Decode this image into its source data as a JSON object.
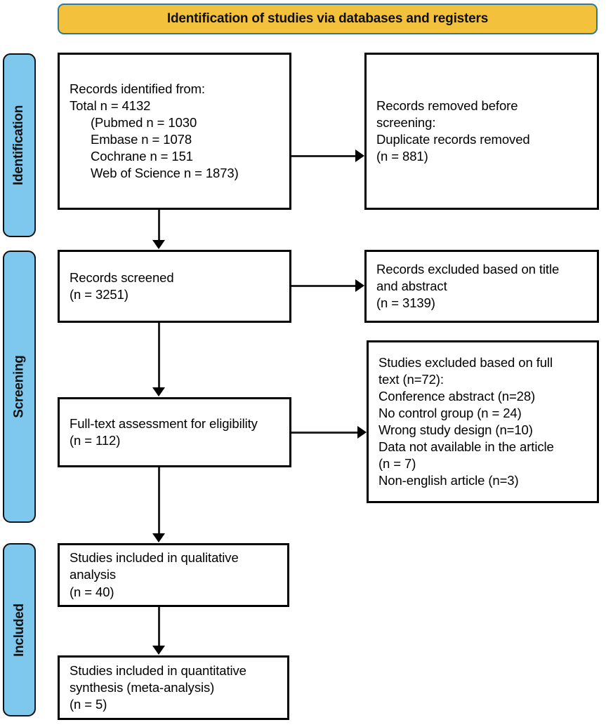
{
  "banner": {
    "title": "Identification of studies via databases and registers",
    "fill_color": "#f3c13c",
    "border_color": "#2b7a9b"
  },
  "stages": [
    {
      "id": "identification",
      "label": "Identification",
      "fill_color": "#7ec8ee"
    },
    {
      "id": "screening",
      "label": "Screening",
      "fill_color": "#7ec8ee"
    },
    {
      "id": "included",
      "label": "Included",
      "fill_color": "#7ec8ee"
    }
  ],
  "boxes": {
    "identified": {
      "heading": "Records identified from:\nTotal n = 4132",
      "sources": "(Pubmed n = 1030\nEmbase n = 1078\nCochrane n = 151\nWeb of Science n = 1873)"
    },
    "removed": {
      "text": "Records removed before\nscreening:\nDuplicate records removed\n(n = 881)"
    },
    "screened": {
      "text": "Records screened\n(n = 3251)"
    },
    "excluded_title_abstract": {
      "line1": "Records  excluded  based  on  title",
      "rest": "and abstract\n(n = 3139)"
    },
    "fulltext_assessment": {
      "text": "Full-text assessment for eligibility\n(n = 112)"
    },
    "excluded_fulltext": {
      "text": "Studies excluded based on full\ntext (n=72):\nConference abstract (n=28)\nNo control group (n = 24)\nWrong study design (n=10)\nData not available in the article\n(n = 7)\nNon-english article (n=3)"
    },
    "qualitative": {
      "text": "Studies included in qualitative\nanalysis\n(n = 40)"
    },
    "quantitative": {
      "text": "Studies included in quantitative\nsynthesis (meta-analysis)\n(n = 5)"
    }
  },
  "chart_data": {
    "type": "diagram",
    "title": "Identification of studies via databases and registers",
    "nodes": [
      {
        "stage": "Identification",
        "label": "Records identified from",
        "total": 4132,
        "breakdown": {
          "Pubmed": 1030,
          "Embase": 1078,
          "Cochrane": 151,
          "Web of Science": 1873
        }
      },
      {
        "stage": "Identification",
        "label": "Duplicate records removed",
        "n": 881
      },
      {
        "stage": "Screening",
        "label": "Records screened",
        "n": 3251
      },
      {
        "stage": "Screening",
        "label": "Records excluded based on title and abstract",
        "n": 3139
      },
      {
        "stage": "Screening",
        "label": "Full-text assessment for eligibility",
        "n": 112
      },
      {
        "stage": "Screening",
        "label": "Studies excluded based on full text",
        "n": 72,
        "reasons": {
          "Conference abstract": 28,
          "No control group": 24,
          "Wrong study design": 10,
          "Data not available in the article": 7,
          "Non-english article": 3
        }
      },
      {
        "stage": "Included",
        "label": "Studies included in qualitative analysis",
        "n": 40
      },
      {
        "stage": "Included",
        "label": "Studies included in quantitative synthesis (meta-analysis)",
        "n": 5
      }
    ]
  }
}
